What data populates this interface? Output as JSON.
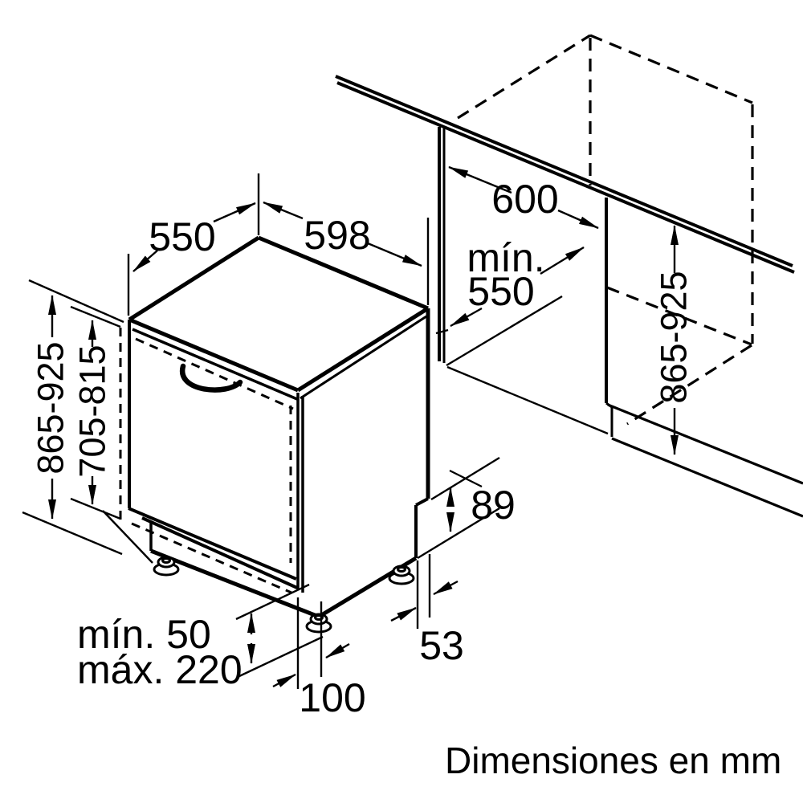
{
  "page": {
    "background": "#ffffff",
    "line_color": "#000000"
  },
  "caption": "Dimensiones en mm",
  "labels": {
    "top_depth": "550",
    "top_width": "598",
    "cabinet_width": "600",
    "niche_depth_min_line1": "mín.",
    "niche_depth_min_line2": "550",
    "appliance_height": "865-925",
    "door_height": "705-815",
    "niche_height": "865-925",
    "rear_step_height": "89",
    "rear_step_depth": "53",
    "foot_inset": "100",
    "feet_adjust_min": "mín. 50",
    "feet_adjust_max": "máx. 220"
  }
}
